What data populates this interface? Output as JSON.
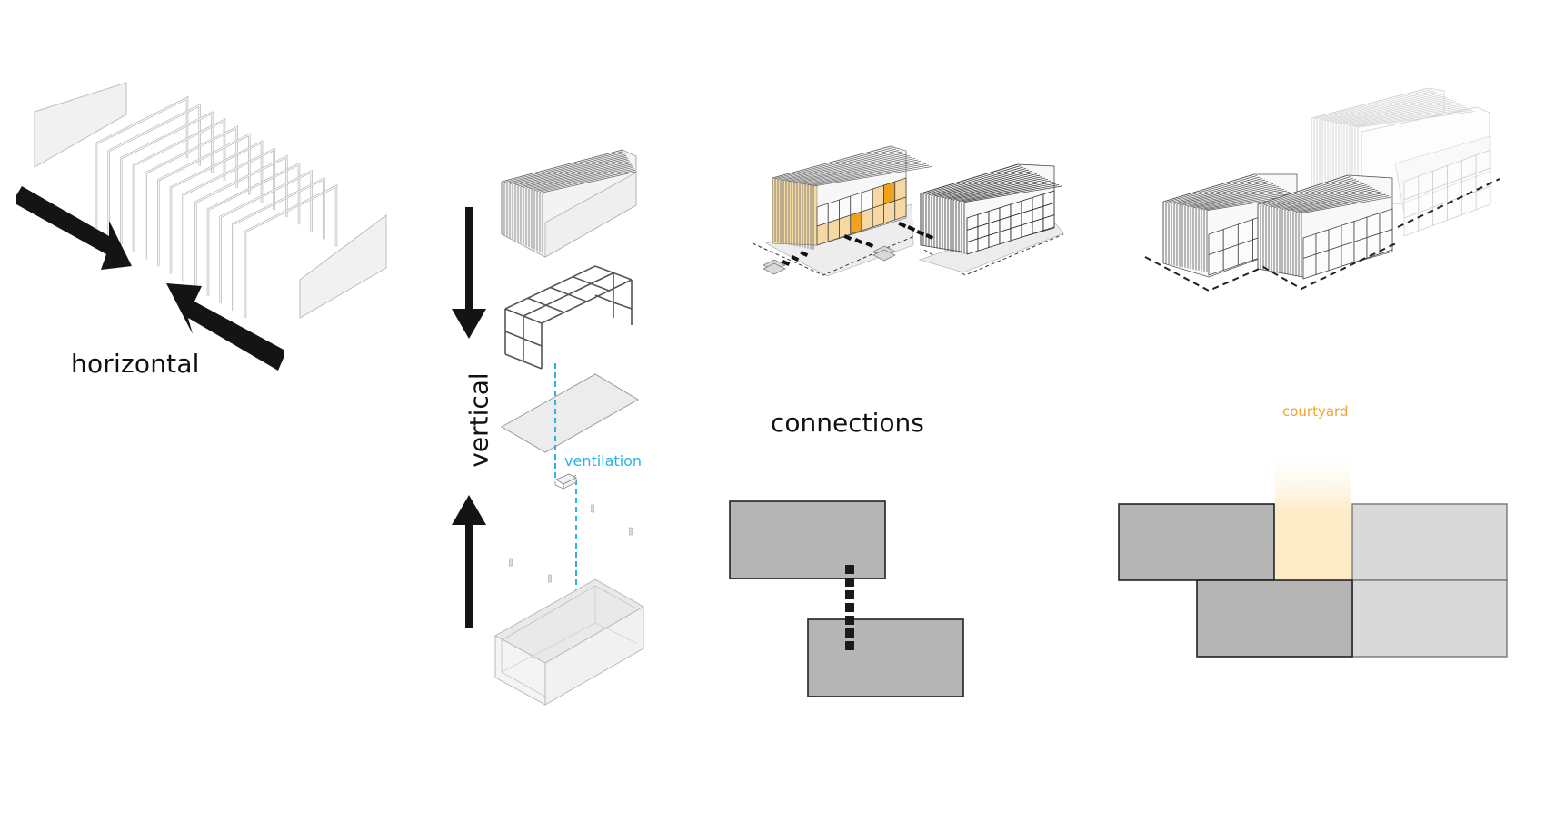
{
  "figure": {
    "title": "Modular structure diagrams",
    "panels": [
      {
        "id": "horizontal",
        "label": "horizontal",
        "description": "frames assembled horizontally between two end walls"
      },
      {
        "id": "vertical",
        "label": "vertical",
        "annotation": "ventilation",
        "layers": [
          "roof cladding",
          "frame",
          "floor slab",
          "ventilation unit",
          "foundation pins",
          "base volume"
        ]
      },
      {
        "id": "connections",
        "label": "connections",
        "description": "two modules linked by a dashed walkway"
      },
      {
        "id": "courtyard",
        "label": "courtyard",
        "description": "modules arranged around a central courtyard"
      }
    ]
  },
  "labels": {
    "horizontal": "horizontal",
    "vertical": "vertical",
    "ventilation": "ventilation",
    "connections": "connections",
    "courtyard": "courtyard"
  },
  "colors": {
    "ink": "#111111",
    "ventilation": "#2bb3e6",
    "courtyard_text": "#f2a42a",
    "courtyard_fill": "#fdecc8",
    "accent_light": "#f6d9a2",
    "accent_strong": "#f0a21c",
    "module_dark": "#b5b5b5",
    "module_light": "#d9d9d9",
    "panel_fill": "#eeeeee"
  },
  "counts": {
    "horizontal_frames": 13,
    "connection_dashes": 7
  }
}
